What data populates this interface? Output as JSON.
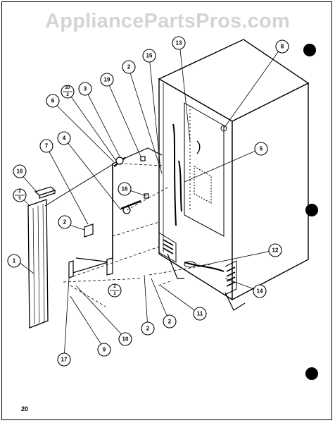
{
  "watermark": "AppliancePartsPros.com",
  "page_number": "20",
  "callouts": [
    {
      "name": "callout-1",
      "label": "1"
    },
    {
      "name": "callout-2a",
      "label": "2"
    },
    {
      "name": "callout-2b",
      "label": "2"
    },
    {
      "name": "callout-2c",
      "label": "2"
    },
    {
      "name": "callout-2d",
      "label": "2"
    },
    {
      "name": "callout-3",
      "label": "3"
    },
    {
      "name": "callout-4",
      "label": "4"
    },
    {
      "name": "callout-5",
      "label": "5"
    },
    {
      "name": "callout-6",
      "label": "6"
    },
    {
      "name": "callout-7",
      "label": "7"
    },
    {
      "name": "callout-8",
      "label": "8"
    },
    {
      "name": "callout-9",
      "label": "9"
    },
    {
      "name": "callout-10",
      "label": "10"
    },
    {
      "name": "callout-11",
      "label": "11"
    },
    {
      "name": "callout-12",
      "label": "12"
    },
    {
      "name": "callout-13",
      "label": "13"
    },
    {
      "name": "callout-14",
      "label": "14"
    },
    {
      "name": "callout-15",
      "label": "15"
    },
    {
      "name": "callout-16a",
      "label": "16"
    },
    {
      "name": "callout-16b",
      "label": "16"
    },
    {
      "name": "callout-17",
      "label": "17"
    },
    {
      "name": "callout-19",
      "label": "19"
    }
  ],
  "fractions": [
    {
      "name": "fraction-2-5",
      "top": "2",
      "bottom": "5"
    },
    {
      "name": "fraction-20-2",
      "top": "20",
      "bottom": "2"
    },
    {
      "name": "fraction-2-2",
      "top": "2",
      "bottom": "2"
    }
  ]
}
